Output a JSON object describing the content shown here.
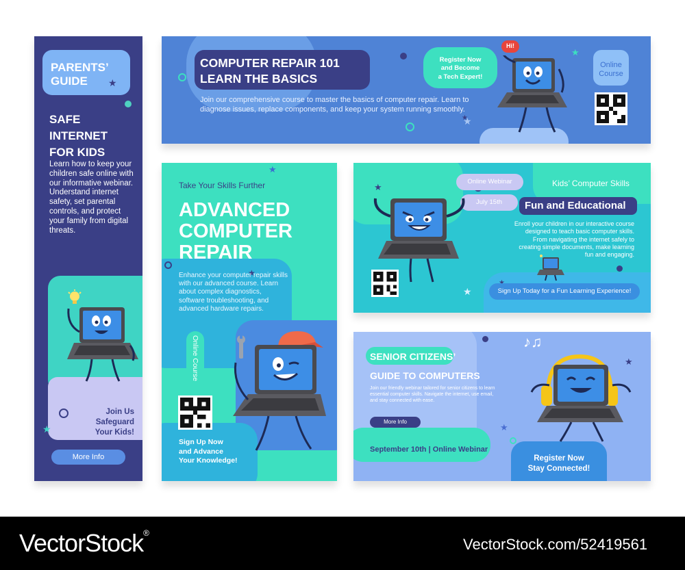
{
  "parents": {
    "title_line1": "PARENTS’",
    "title_line2": "GUIDE",
    "heading_line1": "SAFE",
    "heading_line2": "INTERNET",
    "heading_line3": "FOR KIDS",
    "body": "Learn how to keep your children safe online with our informative webinar. Understand internet safety, set parental controls, and protect your family from digital threats.",
    "cta_line1": "Join Us",
    "cta_line2": "Safeguard",
    "cta_line3": "Your Kids!",
    "button": "More Info"
  },
  "repair101": {
    "title_line1": "COMPUTER REPAIR 101",
    "title_line2": "LEARN THE BASICS",
    "body": "Join our comprehensive course to master the basics of computer repair. Learn to diagnose issues, replace components, and keep your system running smoothly.",
    "bubble_line1": "Register Now",
    "bubble_line2": "and Become",
    "bubble_line3": "a Tech Expert!",
    "hi": "Hi!",
    "tag_line1": "Online",
    "tag_line2": "Course"
  },
  "advanced": {
    "kicker": "Take Your Skills Further",
    "title_line1": "ADVANCED",
    "title_line2": "COMPUTER",
    "title_line3": "REPAIR",
    "body": "Enhance your computer repair skills with our advanced course. Learn about complex diagnostics, software troubleshooting, and advanced hardware repairs.",
    "vertical_tag": "Online Course",
    "cta_line1": "Sign Up Now",
    "cta_line2": "and Advance",
    "cta_line3": "Your Knowledge!"
  },
  "kids": {
    "bubble_webinar": "Online Webinar",
    "bubble_date": "July 15th",
    "tag": "Kids’ Computer Skills",
    "title": "Fun and Educational",
    "body": "Enroll your children in our interactive course designed to teach basic computer skills. From navigating the internet safely to creating simple documents, make learning fun and engaging.",
    "button": "Sign Up Today for a Fun Learning Experience!"
  },
  "seniors": {
    "title_line1": "SENIOR CITIZENS’",
    "title_line2": "GUIDE TO COMPUTERS",
    "body": "Join our friendly webinar tailored for senior citizens to learn essential computer skills. Navigate the internet, use email, and stay connected with ease.",
    "button": "More Info",
    "date": "September 10th | Online Webinar",
    "cta_line1": "Register Now",
    "cta_line2": "Stay Connected!"
  },
  "footer": {
    "brand": "VectorStock",
    "registered": "®",
    "url": "VectorStock.com/52419561"
  },
  "colors": {
    "navy": "#3a3f86",
    "blue": "#4f83d6",
    "mint": "#3de0c0",
    "teal": "#2cc6d2",
    "periwinkle": "#8fb2f3",
    "laptop_screen": "#3d8ee6",
    "laptop_body": "#4a4a4f"
  },
  "icons": [
    "laptop-mascot-icon",
    "lightbulb-icon",
    "wrench-icon",
    "cap-icon",
    "headphones-icon",
    "music-notes-icon",
    "star-icon",
    "circle-icon",
    "qr-code-icon"
  ]
}
